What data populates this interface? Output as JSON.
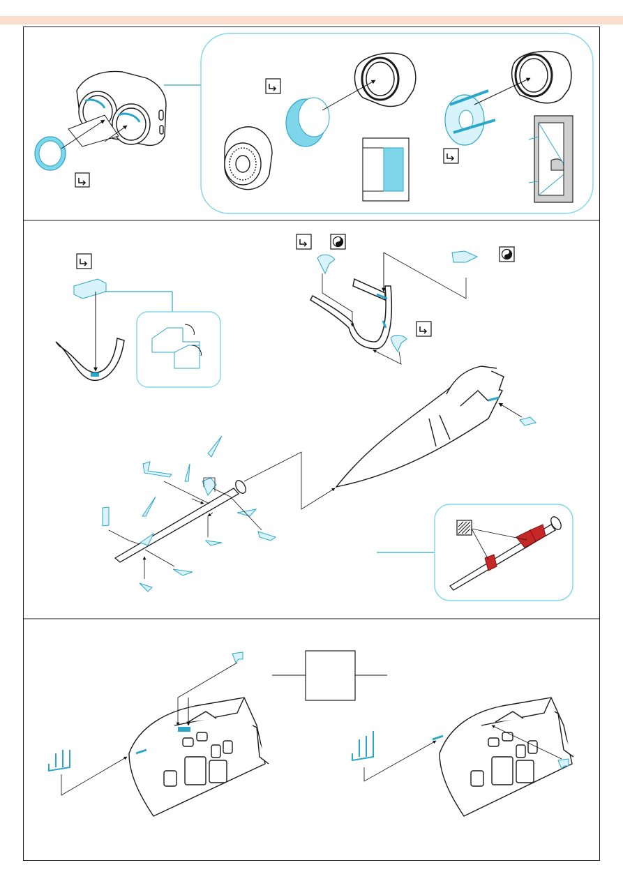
{
  "page": {
    "header_color": "#fcdccd",
    "accent_color": "#7fd6ea",
    "part_outline_color": "#2aa6c8",
    "mask_color": "#c62828"
  },
  "sections": [
    {
      "name": "intake-section",
      "icons": [
        "fold-icon",
        "fold-icon",
        "fold-icon",
        "fold-icon"
      ]
    },
    {
      "name": "nose-probe-section",
      "icons": [
        "fold-icon",
        "fold-icon",
        "fold-icon",
        "optional-icon",
        "optional-icon",
        "hatched-mask-icon"
      ]
    },
    {
      "name": "fuselage-section",
      "icons": []
    }
  ]
}
